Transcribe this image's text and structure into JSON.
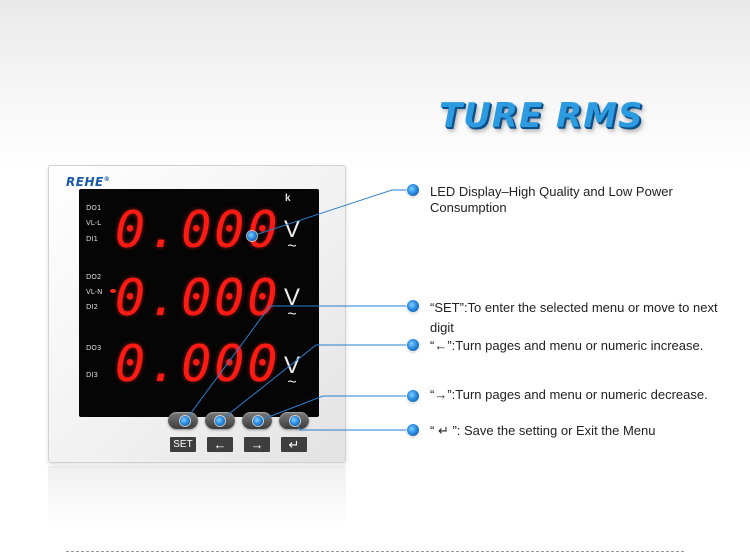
{
  "headline": "TURE RMS",
  "meter": {
    "brand": "REHE",
    "brand_mark": "®",
    "unit_prefix": "k",
    "rows": [
      {
        "labels": [
          "DO1",
          "VL-L",
          "DI1"
        ],
        "value": "0.000",
        "unit": "V"
      },
      {
        "labels": [
          "DO2",
          "VL-N",
          "DI2"
        ],
        "value": "0.000",
        "unit": "V"
      },
      {
        "labels": [
          "DO3",
          "DI3"
        ],
        "value": "0.000",
        "unit": "V"
      }
    ],
    "ac_symbol": "~",
    "keys": [
      "SET",
      "←",
      "→",
      "↵"
    ]
  },
  "callouts": [
    "LED Display–High Quality and Low Power Consumption",
    "“SET”:To enter the selected menu or move to next digit",
    "“←”:Turn pages and menu or numeric increase.",
    "“→”:Turn pages and menu or numeric decrease.",
    "“ ↵ ”:  Save the setting or Exit the Menu"
  ],
  "colors": {
    "headline": "#2d9be0",
    "led_digits": "#ff1a14",
    "brand": "#1b5aa6",
    "callout_dot": "#2a8be0"
  }
}
